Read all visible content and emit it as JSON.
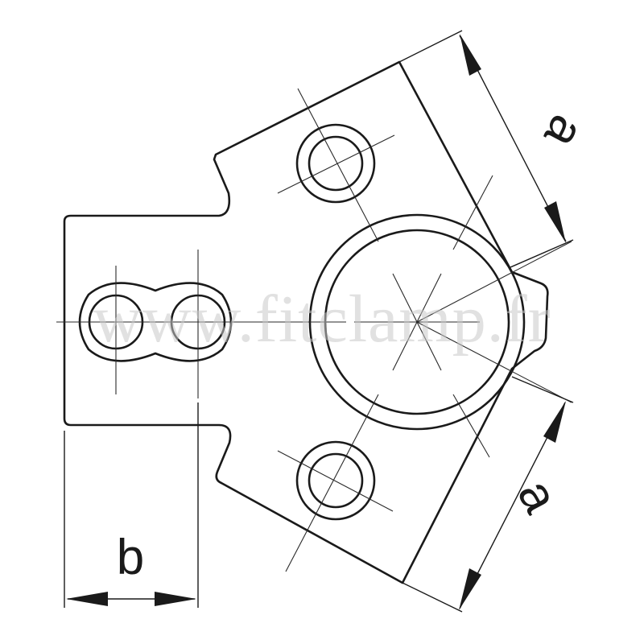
{
  "dimensions": {
    "a_upper": "a",
    "a_lower": "a",
    "b": "b"
  },
  "watermark": "www.fitclamp.fr",
  "colors": {
    "line": "#1a1a1a",
    "watermark": "#c8c8c8",
    "background": "#ffffff"
  }
}
